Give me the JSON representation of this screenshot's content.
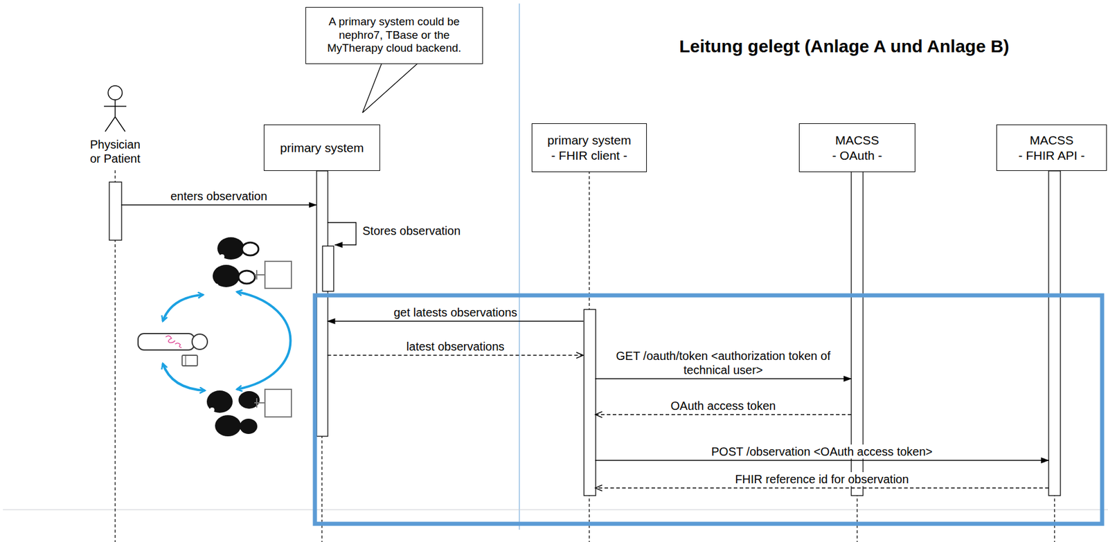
{
  "diagram": {
    "title": "Leitung gelegt (Anlage A und Anlage B)",
    "nodes": [
      {
        "text": [
          "A primary system could be nephro7, TBase or the MyTherapy cloud backend."
        ]
      },
      {
        "text": [
          "Physician or Patient"
        ]
      },
      {
        "text": [
          "primary system"
        ]
      },
      {
        "text": [
          "primary system",
          "- FHIR client -"
        ]
      },
      {
        "text": [
          "MACSS",
          "- OAuth -"
        ]
      },
      {
        "text": [
          "MACSS",
          "- FHIR API -"
        ]
      }
    ],
    "edges": [
      {
        "from": 1,
        "to": 2,
        "arrow": "to",
        "label": "enters observation"
      },
      {
        "from": 2,
        "to": 2,
        "arrow": "to",
        "label": "Stores observation"
      },
      {
        "from": 3,
        "to": 2,
        "arrow": "to",
        "label": "get latests observations"
      },
      {
        "from": 2,
        "to": 3,
        "arrow": "to",
        "label": "latest observations"
      },
      {
        "from": 3,
        "to": 4,
        "arrow": "to",
        "label": "GET /oauth/token <authorization token of technical user>"
      },
      {
        "from": 4,
        "to": 3,
        "arrow": "to",
        "label": "OAuth access token"
      },
      {
        "from": 3,
        "to": 5,
        "arrow": "to",
        "label": "POST /observation <OAuth access token>"
      },
      {
        "from": 5,
        "to": 3,
        "arrow": "to",
        "label": "FHIR reference id for observation"
      }
    ]
  }
}
